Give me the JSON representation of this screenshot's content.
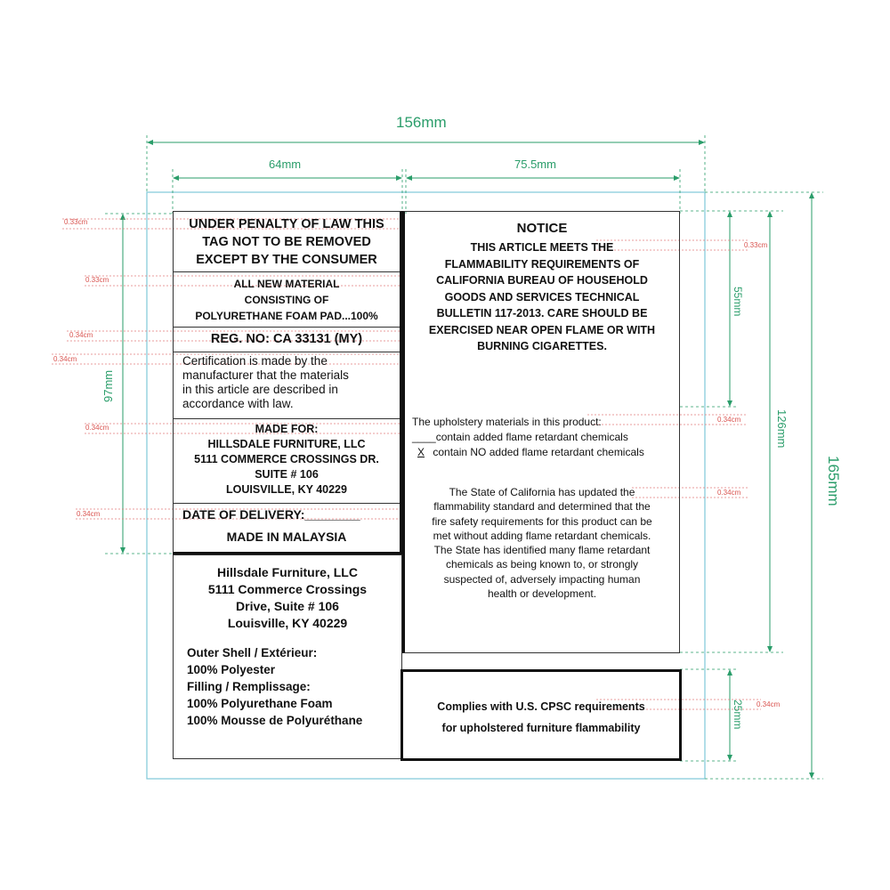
{
  "dimensions": {
    "total_width": "156mm",
    "left_width": "64mm",
    "right_width": "75.5mm",
    "left_height": "97mm",
    "notice_height": "55mm",
    "right_height": "126mm",
    "total_height": "165mm",
    "complies_height": "25mm",
    "spacings": {
      "s1": "0.33cm",
      "s2": "0.33cm",
      "s3": "0.34cm",
      "s4": "0.34cm",
      "s5": "0.34cm",
      "s6": "0.34cm",
      "r1": "0.33cm",
      "r2": "0.34cm",
      "r3": "0.34cm",
      "r4": "0.34cm"
    }
  },
  "left_label": {
    "penalty": [
      "UNDER PENALTY OF LAW THIS",
      "TAG NOT TO BE REMOVED",
      "EXCEPT BY THE CONSUMER"
    ],
    "material": [
      "ALL NEW MATERIAL",
      "CONSISTING OF",
      "POLYURETHANE FOAM PAD...100%"
    ],
    "reg_no": "REG. NO: CA 33131 (MY)",
    "certification": [
      "Certification is made by the",
      "manufacturer that the materials",
      "in this article are described in",
      "accordance with law."
    ],
    "made_for": [
      "MADE FOR:",
      "HILLSDALE FURNITURE, LLC",
      "5111 COMMERCE CROSSINGS DR.",
      "SUITE # 106",
      "LOUISVILLE, KY 40229"
    ],
    "delivery": "DATE OF DELIVERY:________",
    "made_in": "MADE IN MALAYSIA"
  },
  "lower_left": {
    "company": [
      "Hillsdale Furniture, LLC",
      "5111 Commerce Crossings",
      "Drive, Suite # 106",
      "Louisville, KY 40229"
    ],
    "contents": [
      "Outer Shell / Extérieur:",
      "100% Polyester",
      "Filling / Remplissage:",
      "100% Polyurethane Foam",
      "100% Mousse de Polyuréthane"
    ]
  },
  "notice": {
    "title": "NOTICE",
    "body": [
      "THIS ARTICLE MEETS THE",
      "FLAMMABILITY REQUIREMENTS OF",
      "CALIFORNIA BUREAU OF HOUSEHOLD",
      "GOODS AND SERVICES TECHNICAL",
      "BULLETIN 117-2013. CARE SHOULD BE",
      "EXERCISED NEAR OPEN FLAME OR WITH",
      "BURNING CIGARETTES."
    ],
    "upholstery_intro": "The upholstery materials in this product:",
    "option_added": "____contain added flame retardant chemicals",
    "option_no_mark": "X",
    "option_no": "contain NO added flame retardant chemicals",
    "state": [
      "The State of California has updated the",
      "flammability standard and determined that the",
      "fire safety requirements for this product can be",
      "met without adding flame retardant chemicals.",
      "The State has identified many flame retardant",
      "chemicals as being known to, or strongly",
      "suspected of, adversely impacting human",
      "health or development."
    ]
  },
  "complies": [
    "Complies with U.S. CPSC requirements",
    "for upholstered furniture flammability"
  ]
}
